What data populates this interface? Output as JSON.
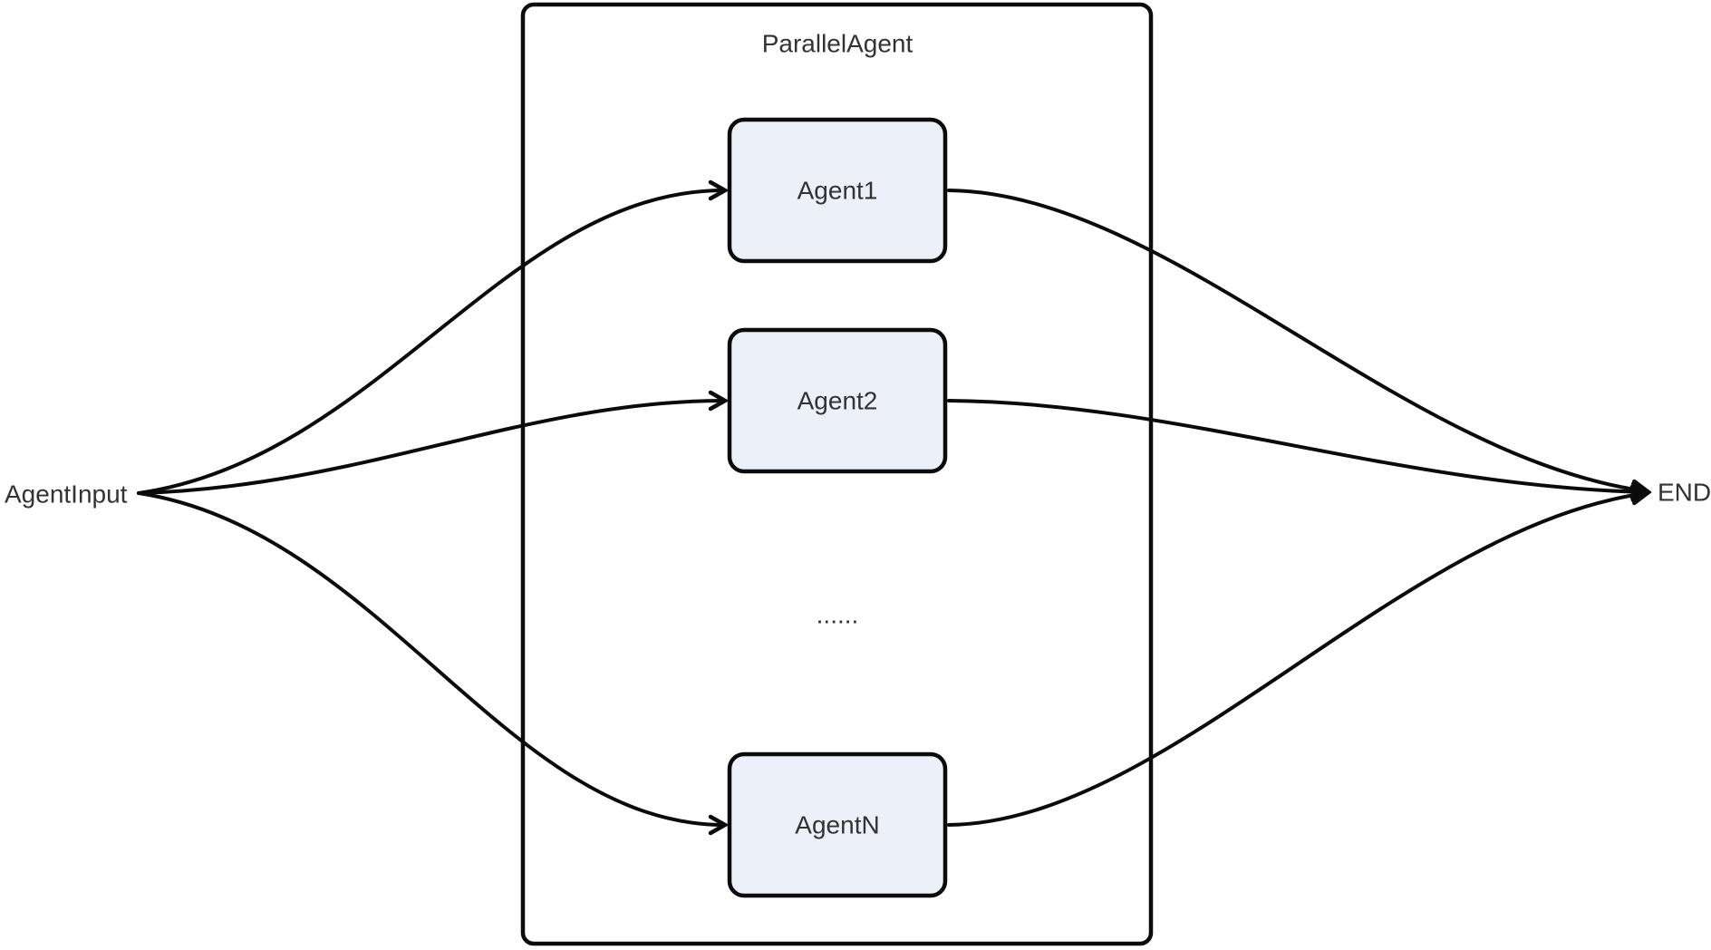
{
  "diagram": {
    "type": "flowchart",
    "background_color": "#ffffff",
    "cluster": {
      "label": "ParallelAgent"
    },
    "input_node": {
      "label": "AgentInput"
    },
    "end_node": {
      "label": "END"
    },
    "nodes": [
      {
        "id": "agent1",
        "label": "Agent1"
      },
      {
        "id": "agent2",
        "label": "Agent2"
      },
      {
        "id": "ellipsis",
        "label": "......"
      },
      {
        "id": "agentN",
        "label": "AgentN"
      }
    ],
    "edges": [
      {
        "from": "AgentInput",
        "to": "Agent1"
      },
      {
        "from": "AgentInput",
        "to": "Agent2"
      },
      {
        "from": "AgentInput",
        "to": "AgentN"
      },
      {
        "from": "Agent1",
        "to": "END"
      },
      {
        "from": "Agent2",
        "to": "END"
      },
      {
        "from": "AgentN",
        "to": "END"
      }
    ],
    "colors": {
      "node_fill": "#ECF0F9",
      "node_border": "#0b0b0b",
      "edge_line": "#0b0b0b",
      "text": "#333333"
    }
  }
}
